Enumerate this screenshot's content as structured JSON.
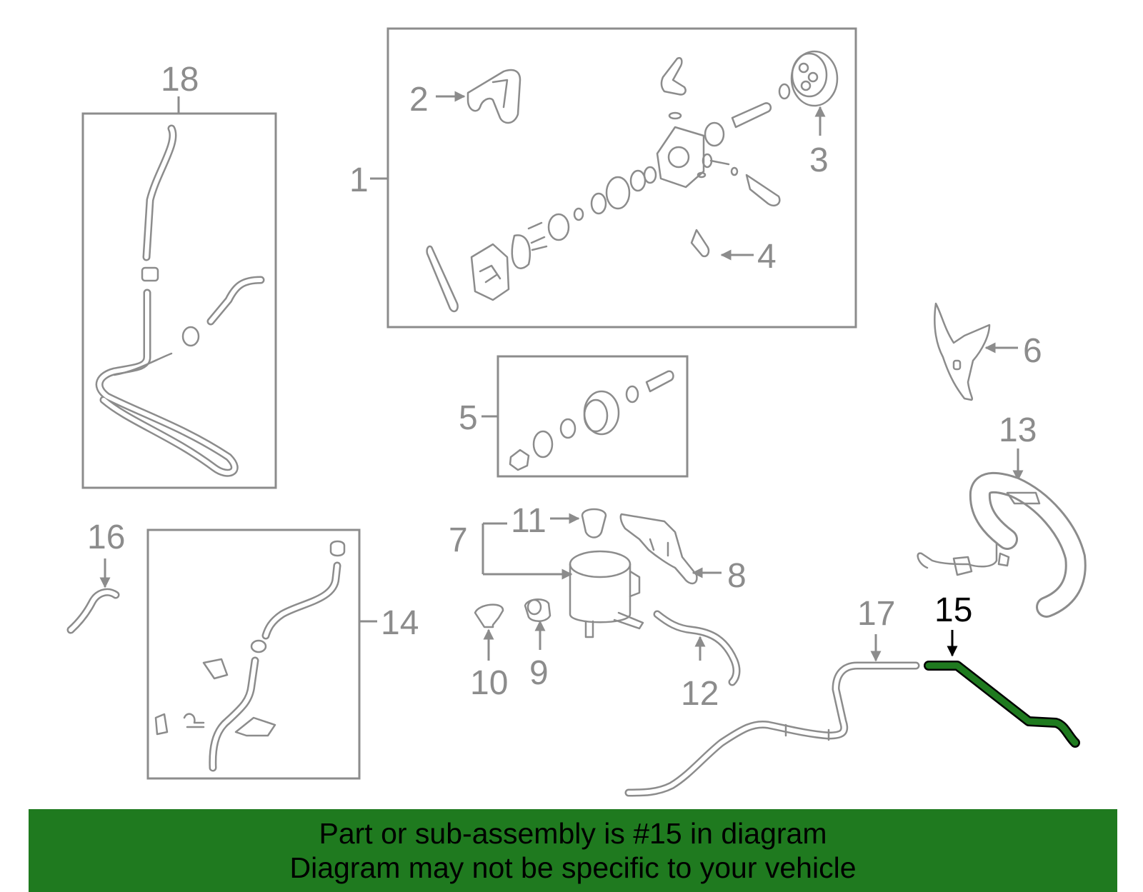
{
  "colors": {
    "line": "#8c8c8c",
    "highlight_fill": "#1f7a1f",
    "highlight_stroke": "#000000",
    "banner_bg": "#1f7a1f",
    "banner_text": "#000000"
  },
  "callouts": {
    "c1": "1",
    "c2": "2",
    "c3": "3",
    "c4": "4",
    "c5": "5",
    "c6": "6",
    "c7": "7",
    "c8": "8",
    "c9": "9",
    "c10": "10",
    "c11": "11",
    "c12": "12",
    "c13": "13",
    "c14": "14",
    "c15": "15",
    "c16": "16",
    "c17": "17",
    "c18": "18"
  },
  "highlighted_part": "15",
  "banner": {
    "line1": "Part or sub-assembly is #15 in diagram",
    "line2": "Diagram may not be specific to your vehicle"
  }
}
